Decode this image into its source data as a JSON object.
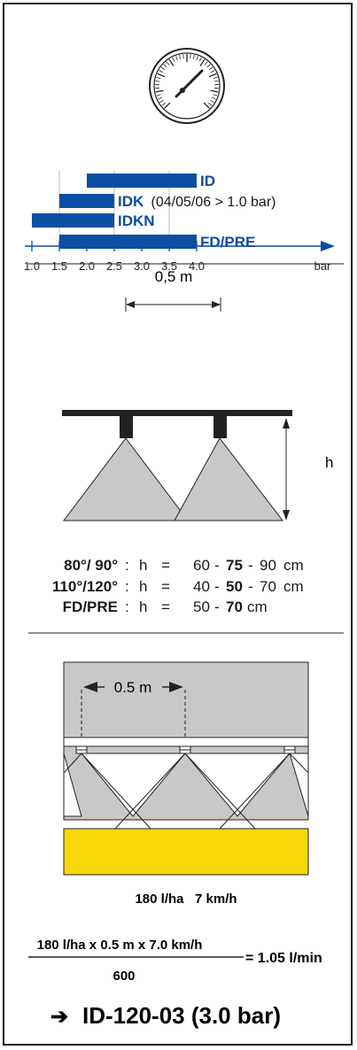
{
  "pressure_chart": {
    "bars": [
      {
        "name": "ID",
        "note": "",
        "from": 2.0,
        "to": 4.0
      },
      {
        "name": "IDK",
        "note": "(04/05/06 > 1.0 bar)",
        "from": 1.5,
        "to": 2.5
      },
      {
        "name": "IDKN",
        "note": "",
        "from": 1.0,
        "to": 2.5
      },
      {
        "name": "FD/PRE",
        "note": "",
        "from": 1.5,
        "to": 4.0
      }
    ],
    "ticks": [
      "1.0",
      "1.5",
      "2.0",
      "2.5",
      "3.0",
      "3.5",
      "4.0"
    ],
    "unit": "bar",
    "colors": {
      "bar": "#0c4ea2",
      "axis": "#0c4ea2"
    }
  },
  "boom_diagram": {
    "spacing_label": "0,5 m",
    "height_label": "h"
  },
  "height_table": [
    {
      "angle": "80°/ 90°",
      "sep": ":",
      "var": "h",
      "eq": "=",
      "a": "60",
      "d1": "-",
      "b": "75",
      "d2": "-",
      "c": "90",
      "unit": "cm"
    },
    {
      "angle": "110°/120°",
      "sep": ":",
      "var": "h",
      "eq": "=",
      "a": "40",
      "d1": "-",
      "b": "50",
      "d2": "-",
      "c": "70",
      "unit": "cm"
    },
    {
      "angle": "FD/PRE",
      "sep": ":",
      "var": "h",
      "eq": "=",
      "a": "50",
      "d1": "-",
      "b": "70",
      "d2": "",
      "c": "",
      "unit": "cm"
    }
  ],
  "nozzle_diagram": {
    "spacing_label": "0.5 m",
    "colors": {
      "ground": "#f5d70a",
      "bar": "#c8c8c8"
    }
  },
  "calc": {
    "caption": "180 l/ha   7 km/h",
    "numerator": "180 l/ha x 0.5 m x 7.0 km/h",
    "denominator": "600",
    "result": "= 1.05 l/min",
    "arrow": "➔",
    "nozzle": "ID-120-03 (3.0 bar)"
  }
}
